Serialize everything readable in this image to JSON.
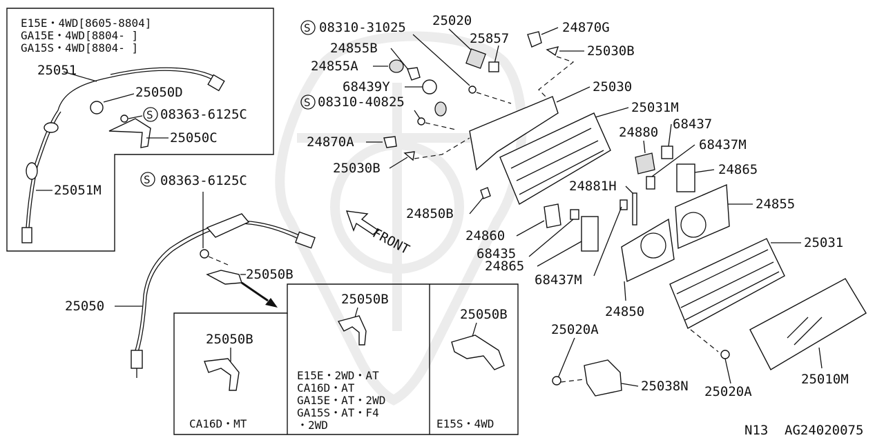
{
  "inset_box": {
    "lines": [
      "E15E・4WD[8605-8804]",
      "GA15E・4WD[8804-  ]",
      "GA15S・4WD[8804-  ]"
    ]
  },
  "labels": {
    "p25051": "25051",
    "p25050D": "25050D",
    "p08363_inset": "08363-6125C",
    "p25050C": "25050C",
    "p25051M": "25051M",
    "p08363_main": "08363-6125C",
    "p25050B_main": "25050B",
    "p25050": "25050",
    "p08310_31025": "08310-31025",
    "p25020": "25020",
    "p25857": "25857",
    "p24870G": "24870G",
    "p25030B_top": "25030B",
    "p24855B": "24855B",
    "p24855A": "24855A",
    "p68439Y": "68439Y",
    "p25030": "25030",
    "p08310_40825": "08310-40825",
    "p25031M": "25031M",
    "p24870A": "24870A",
    "p25030B_left": "25030B",
    "p24880": "24880",
    "p68437": "68437",
    "p68437M_top": "68437M",
    "p24865_right": "24865",
    "p24881H": "24881H",
    "p24855": "24855",
    "p24850B": "24850B",
    "p24860": "24860",
    "p68435": "68435",
    "p24865_left": "24865",
    "p68437M_bottom": "68437M",
    "p25031": "25031",
    "p24850": "24850",
    "p25020A_top": "25020A",
    "p25038N": "25038N",
    "p25020A_bottom": "25020A",
    "p25010M": "25010M",
    "front": "FRONT"
  },
  "variants": {
    "cell1_part": "25050B",
    "cell1_spec": "CA16D・MT",
    "cell2_part": "25050B",
    "cell2_spec": [
      "E15E・2WD・AT",
      "CA16D・AT",
      "GA15E・AT・2WD",
      "GA15S・AT・F4",
      "・2WD"
    ],
    "cell3_part": "25050B",
    "cell3_spec": "E15S・4WD"
  },
  "footer": {
    "section": "N13",
    "illustration_id": "AG24020075"
  }
}
